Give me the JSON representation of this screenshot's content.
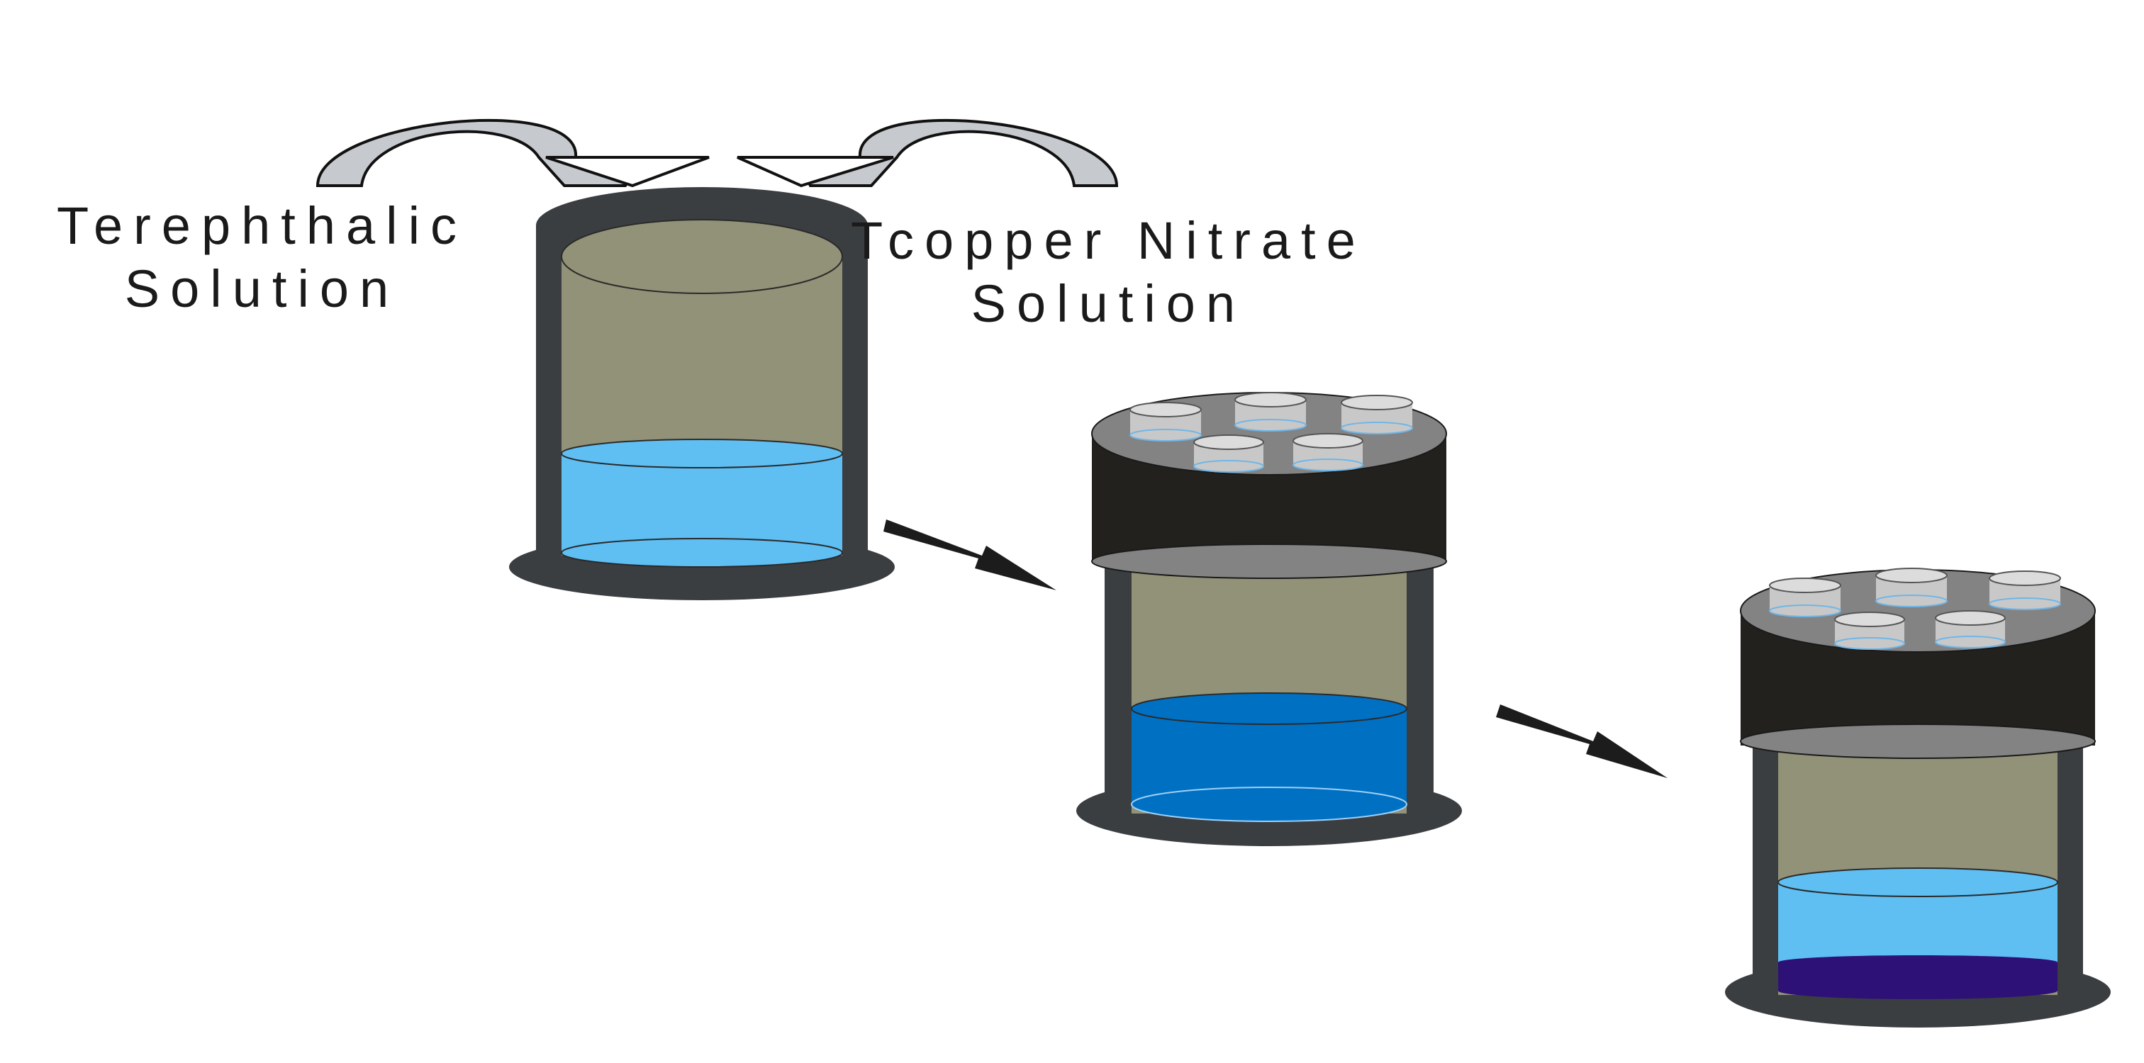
{
  "labels": {
    "left": {
      "line1": "Terephthalic",
      "line2": "Solution"
    },
    "right": {
      "line1": "Tcopper Nitrate",
      "line2": "Solution"
    }
  },
  "colors": {
    "background": "#ffffff",
    "vessel_shell": "#3b3e41",
    "vessel_interior": "#929279",
    "lid_band": "#23211d",
    "lid_plate": "#838383",
    "port_fill": "#c8c8c8",
    "port_rim": "#6fb6e8",
    "arrow_fill": "#c6cace",
    "process_arrow": "#1c1c1c",
    "solution_light_blue": "#5fbef2",
    "solution_blue": "#0070c3",
    "precipitate_purple": "#2d1177"
  },
  "icons": {
    "pour_arrows": "curved-arrow-icon",
    "process_arrows": "right-arrow-icon",
    "beaker": "beaker-icon",
    "autoclave": "autoclave-icon",
    "ports": "port-icon"
  }
}
